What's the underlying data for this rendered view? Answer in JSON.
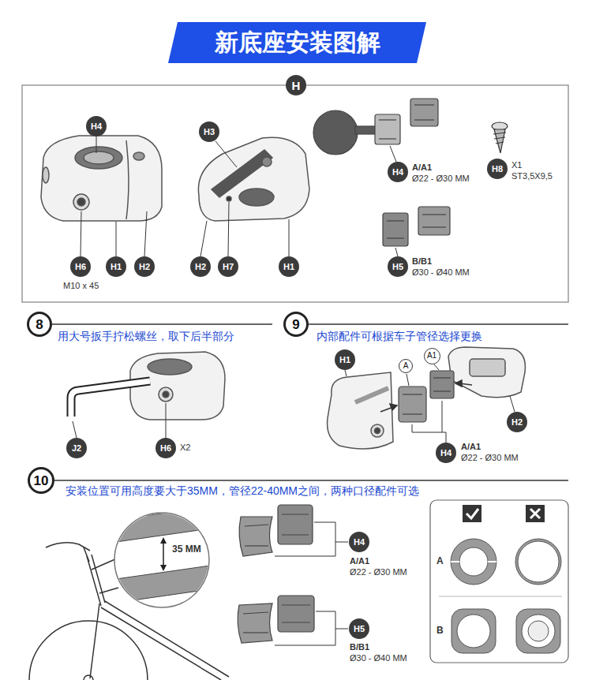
{
  "diagram": {
    "title": "新底座安装图解",
    "nodes": [
      {
        "text": [
          "H"
        ]
      },
      {
        "text": [
          "H4"
        ]
      },
      {
        "text": [
          "H3"
        ]
      },
      {
        "text": [
          "H4"
        ]
      },
      {
        "text": [
          "H8"
        ]
      },
      {
        "text": [
          "H6"
        ]
      },
      {
        "text": [
          "H1"
        ]
      },
      {
        "text": [
          "H2"
        ]
      },
      {
        "text": [
          "H2"
        ]
      },
      {
        "text": [
          "H7"
        ]
      },
      {
        "text": [
          "H1"
        ]
      },
      {
        "text": [
          "H5"
        ]
      },
      {
        "text": [
          "8"
        ]
      },
      {
        "text": [
          "9"
        ]
      },
      {
        "text": [
          "J2"
        ]
      },
      {
        "text": [
          "H6"
        ]
      },
      {
        "text": [
          "H1"
        ]
      },
      {
        "text": [
          "A"
        ]
      },
      {
        "text": [
          "A1"
        ]
      },
      {
        "text": [
          "H2"
        ]
      },
      {
        "text": [
          "H4"
        ]
      },
      {
        "text": [
          "10"
        ]
      },
      {
        "text": [
          "H4"
        ]
      },
      {
        "text": [
          "H5"
        ]
      }
    ],
    "labels": [
      "M10 x 45",
      "A/A1",
      "Ø22 - Ø30 MM",
      "X1",
      "ST3,5X9,5",
      "B/B1",
      "Ø30 - Ø40 MM",
      "用大号扳手拧松螺丝，取下后半部分",
      "X2",
      "内部配件可根据车子管径选择更换",
      "A/A1",
      "Ø22 - Ø30 MM",
      "安装位置可用高度要大于35MM，管径22-40MM之间，两种口径配件可选",
      "35 MM",
      "A/A1",
      "Ø22 - Ø30 MM",
      "B/B1",
      "Ø30 - Ø40 MM",
      "A",
      "B"
    ]
  }
}
